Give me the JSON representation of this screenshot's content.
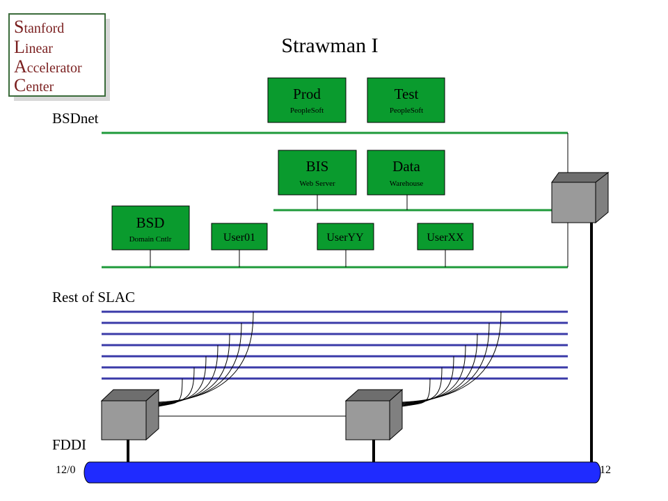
{
  "logo": {
    "lines": [
      {
        "initial": "S",
        "rest": "tanford"
      },
      {
        "initial": "L",
        "rest": "inear"
      },
      {
        "initial": "A",
        "rest": "ccelerator"
      },
      {
        "initial": "C",
        "rest": "enter"
      }
    ]
  },
  "title": "Strawman I",
  "labels": {
    "bsdnet": "BSDnet",
    "rest_of_slac": "Rest of SLAC",
    "fddi": "FDDI"
  },
  "footer": {
    "left": "12/0",
    "right": "12"
  },
  "nodes": {
    "prod": {
      "title": "Prod",
      "subtitle": "PeopleSoft"
    },
    "test": {
      "title": "Test",
      "subtitle": "PeopleSoft"
    },
    "bis": {
      "title": "BIS",
      "subtitle": "Web Server"
    },
    "data": {
      "title": "Data",
      "subtitle": "Warehouse"
    },
    "bsd": {
      "title": "BSD",
      "subtitle": "Domain Cntlr"
    },
    "user01": {
      "title": "User01"
    },
    "useryy": {
      "title": "UserYY"
    },
    "userxx": {
      "title": "UserXX"
    }
  },
  "colors": {
    "node_fill": "#0a9b2e",
    "bsdnet_line": "#1e9a3a",
    "slac_line": "#3a3aa8",
    "fddi_ring": "#1f2bff",
    "switch_front": "#9a9a9a",
    "switch_top": "#6e6e6e",
    "switch_side": "#808080",
    "logo_text": "#7a1f1f",
    "logo_border": "#3a6b3a"
  }
}
